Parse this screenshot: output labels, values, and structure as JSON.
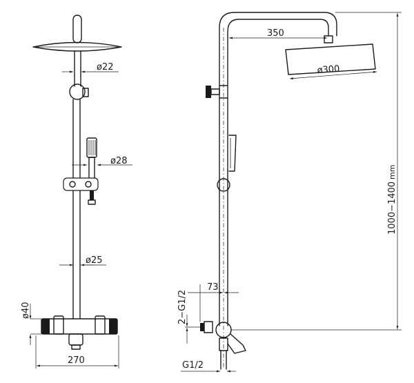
{
  "dimensions": {
    "front": {
      "arm_dia": "ø22",
      "hand_shower_dia": "ø28",
      "rail_dia": "ø25",
      "body_dia": "ø40",
      "width": "270"
    },
    "side": {
      "head_reach": "350",
      "head_dia": "ø300",
      "height_range": "1000−1400",
      "height_unit": "mm",
      "wall_offset": "73",
      "inlet_thread": "2−G1/2",
      "outlet_thread": "G1/2"
    }
  }
}
